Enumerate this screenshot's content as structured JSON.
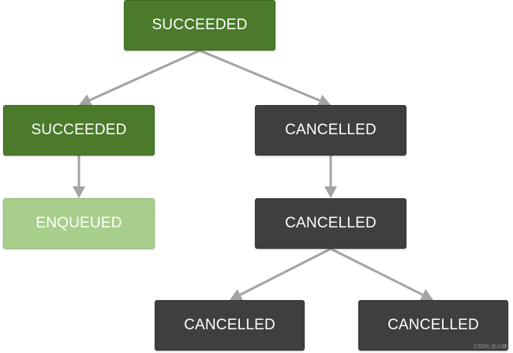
{
  "nodes": [
    {
      "id": "n1",
      "label": "SUCCEEDED",
      "state": "succeeded"
    },
    {
      "id": "n2",
      "label": "SUCCEEDED",
      "state": "succeeded"
    },
    {
      "id": "n3",
      "label": "CANCELLED",
      "state": "cancelled"
    },
    {
      "id": "n4",
      "label": "ENQUEUED",
      "state": "enqueued"
    },
    {
      "id": "n5",
      "label": "CANCELLED",
      "state": "cancelled"
    },
    {
      "id": "n6",
      "label": "CANCELLED",
      "state": "cancelled"
    },
    {
      "id": "n7",
      "label": "CANCELLED",
      "state": "cancelled"
    }
  ],
  "edges": [
    {
      "from": "n1",
      "to": "n2"
    },
    {
      "from": "n1",
      "to": "n3"
    },
    {
      "from": "n2",
      "to": "n4"
    },
    {
      "from": "n3",
      "to": "n5"
    },
    {
      "from": "n5",
      "to": "n6"
    },
    {
      "from": "n5",
      "to": "n7"
    }
  ],
  "colors": {
    "succeeded": "#4b7a2b",
    "enqueued": "#a7cf8b",
    "cancelled": "#3f3f3f",
    "edge": "#a3a3a3"
  },
  "watermark": "CSDN @川峰"
}
